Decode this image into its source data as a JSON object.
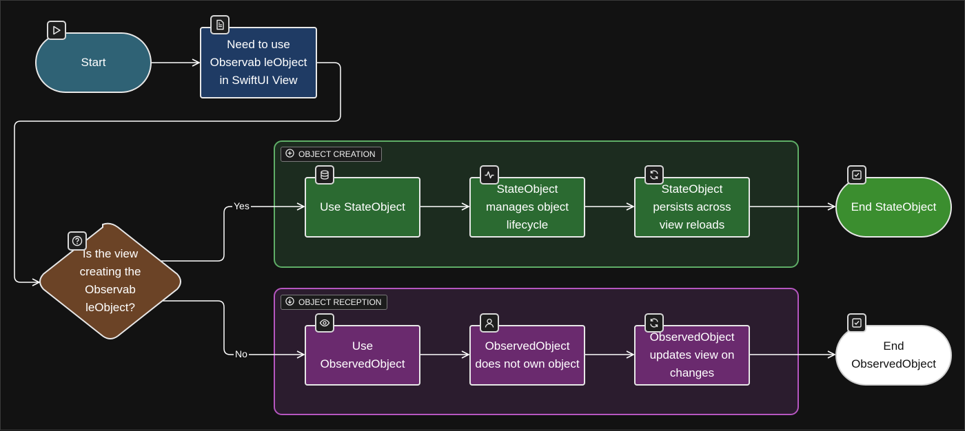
{
  "nodes": {
    "start": {
      "label": "Start"
    },
    "need": {
      "label": "Need to use Observab leObject in SwiftUI View"
    },
    "decision": {
      "label": "Is the view creating the Observab leObject?"
    },
    "use_state": {
      "label": "Use StateObject"
    },
    "state_manages": {
      "label": "StateObject manages object lifecycle"
    },
    "state_persists": {
      "label": "StateObject persists across view reloads"
    },
    "end_state": {
      "label": "End StateObject"
    },
    "use_observed": {
      "label": "Use ObservedObject"
    },
    "observed_not_own": {
      "label": "ObservedObject does not own object"
    },
    "observed_updates": {
      "label": "ObservedObject updates view on changes"
    },
    "end_observed": {
      "label": "End ObservedObject"
    }
  },
  "groups": {
    "creation": {
      "label": "OBJECT CREATION",
      "icon": "plus-circle-icon"
    },
    "reception": {
      "label": "OBJECT RECEPTION",
      "icon": "arrow-down-circle-icon"
    }
  },
  "edges": {
    "yes_label": "Yes",
    "no_label": "No"
  },
  "colors": {
    "background": "#121212",
    "start": "#2f6275",
    "need": "#1f3b64",
    "decision": "#6b4326",
    "green_node": "#2b6a31",
    "green_end": "#3b8e2f",
    "purple_node": "#6a2a6e",
    "white_end": "#ffffff",
    "green_group_border": "#5fae67",
    "purple_group_border": "#b656c0"
  }
}
